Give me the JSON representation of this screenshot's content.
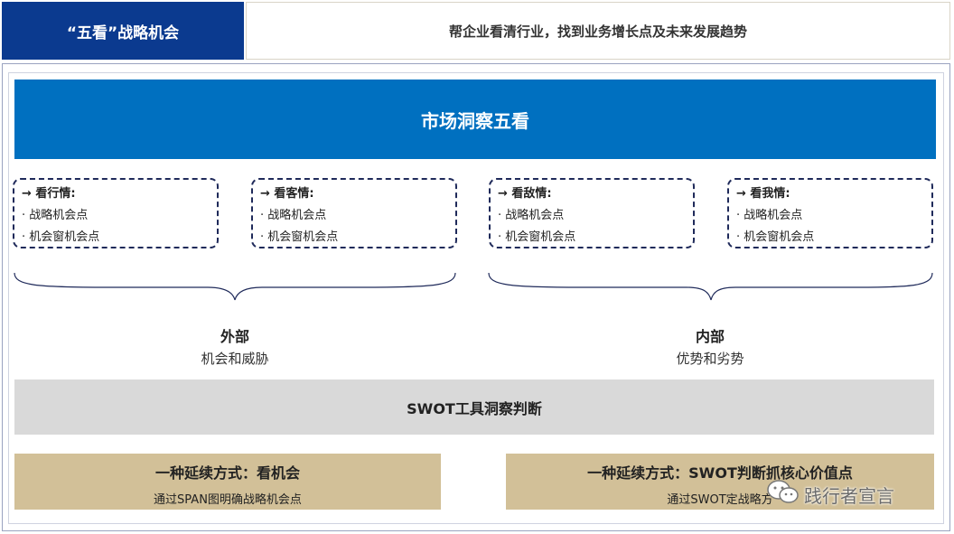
{
  "header": {
    "left_title": "“五看”战略机会",
    "right_title": "帮企业看清行业，找到业务增长点及未来发展趋势"
  },
  "banner": "市场洞察五看",
  "cards": [
    {
      "title": "→ 看行情:",
      "items": [
        "· 战略机会点",
        "· 机会窗机会点"
      ]
    },
    {
      "title": "→ 看客情:",
      "items": [
        "· 战略机会点",
        "· 机会窗机会点"
      ]
    },
    {
      "title": "→ 看敌情:",
      "items": [
        "· 战略机会点",
        "· 机会窗机会点"
      ]
    },
    {
      "title": "→ 看我情:",
      "items": [
        "· 战略机会点",
        "· 机会窗机会点"
      ]
    }
  ],
  "groups": {
    "external": {
      "title": "外部",
      "sub": "机会和威胁"
    },
    "internal": {
      "title": "内部",
      "sub": "优势和劣势"
    }
  },
  "swot": "SWOT工具洞察判断",
  "extensions": [
    {
      "title": "一种延续方式：看机会",
      "sub": "通过SPAN图明确战略机会点"
    },
    {
      "title": "一种延续方式：SWOT判断抓核心价值点",
      "sub": "通过SWOT定战略方"
    }
  ],
  "watermark": {
    "text": "践行者宣言",
    "icon": "wechat-icon"
  },
  "colors": {
    "header_left": "#0b3a8f",
    "banner": "#0070c0",
    "swot": "#d9d9d9",
    "extension": "#d2c098",
    "card_border": "#1f2a5a"
  }
}
